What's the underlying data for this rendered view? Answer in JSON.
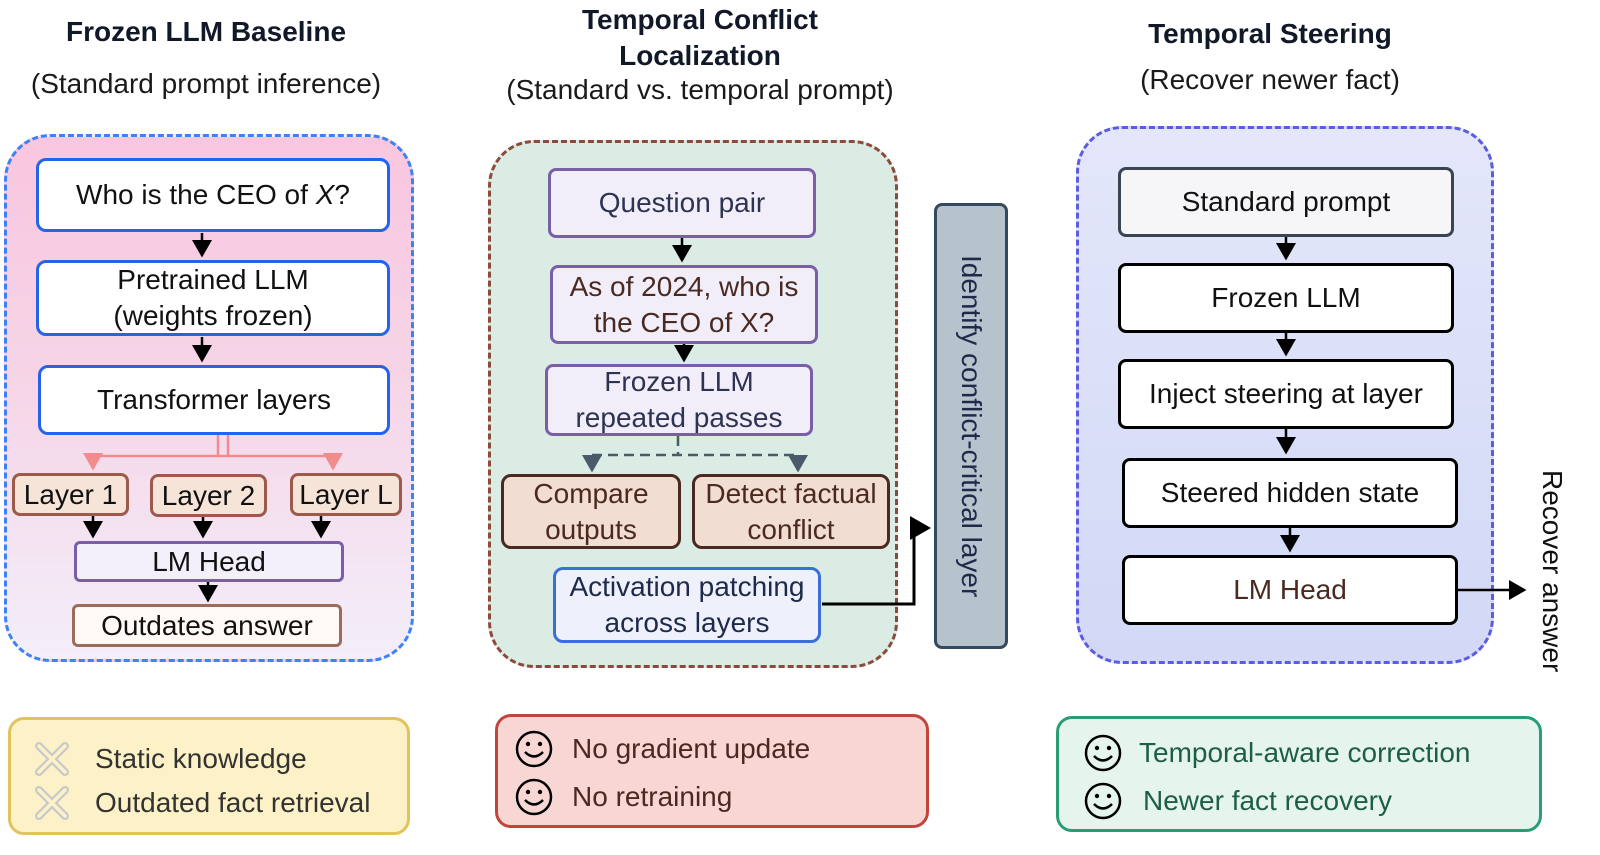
{
  "colors": {
    "blue_border": "#3b82f6",
    "pink_panel_top": "#f9c6df",
    "pink_panel_bottom": "#f5f3fc",
    "green_panel": "#dbece4",
    "brown_dash": "#8c4a3c",
    "lavender_panel": "#d7dcf7",
    "purple_dash": "#5b5ce0",
    "purple_box": "#7a5ea8",
    "layer_box_fill": "#f7e4d8",
    "layer_box_border": "#9c5b4a",
    "identify_fill": "#b6c3cd",
    "identify_border": "#34495e",
    "yellow_fill": "#fdf1c7",
    "yellow_border": "#e0c35a",
    "red_fill": "#f7d6d3",
    "red_border": "#c0463c",
    "green_fill": "#e5f5ee",
    "green_border": "#2a9d75",
    "pink_arrow": "#f08c8c"
  },
  "col1": {
    "title": "Frozen LLM Baseline",
    "subtitle": "(Standard prompt inference)",
    "question_pre": "Who is the CEO of ",
    "question_var": "X",
    "question_post": "?",
    "pretrained_line1": "Pretrained LLM",
    "pretrained_line2": "(weights frozen)",
    "transformer": "Transformer layers",
    "layer1": "Layer 1",
    "layer2": "Layer 2",
    "layerL": "Layer L",
    "lm_head": "LM Head",
    "answer": "Outdates answer"
  },
  "col2": {
    "title_line1": "Temporal Conflict",
    "title_line2": "Localization",
    "subtitle": "(Standard vs. temporal prompt)",
    "question_pair": "Question pair",
    "asof_line1": "As of 2024, who is",
    "asof_line2": "the CEO of X?",
    "frozen_line1": "Frozen LLM",
    "frozen_line2": "repeated passes",
    "compare_line1": "Compare",
    "compare_line2": "outputs",
    "detect_line1": "Detect factual",
    "detect_line2": "conflict",
    "patch_line1": "Activation patching",
    "patch_line2": "across layers",
    "identify": "Identify conflict-critical layer"
  },
  "col3": {
    "title": "Temporal Steering",
    "subtitle": "(Recover newer fact)",
    "standard": "Standard prompt",
    "frozen": "Frozen LLM",
    "inject": "Inject steering at layer",
    "steered": "Steered hidden state",
    "lm_head": "LM Head",
    "recover": "Recover answer"
  },
  "summary1": {
    "icon": "cross-icon",
    "item1": "Static knowledge",
    "item2": "Outdated fact retrieval"
  },
  "summary2": {
    "icon": "smiley-icon",
    "item1": "No gradient update",
    "item2": "No retraining"
  },
  "summary3": {
    "icon": "smiley-icon",
    "item1": "Temporal-aware correction",
    "item2": "Newer fact recovery"
  }
}
